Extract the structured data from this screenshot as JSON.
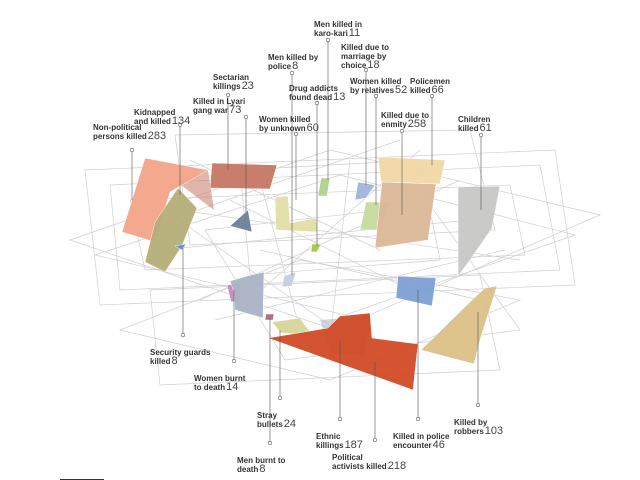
{
  "categories": [
    {
      "id": "non-political",
      "label_lines": [
        "Non-political",
        "persons killed"
      ],
      "count": "283",
      "color": "#f4a58a"
    },
    {
      "id": "kidnapped",
      "label_lines": [
        "Kidnapped",
        "and killed"
      ],
      "count": "134",
      "color": "#b5ae79"
    },
    {
      "id": "lyari",
      "label_lines": [
        "Killed in Lyari",
        "gang war"
      ],
      "count": "73",
      "color": "#6d8097"
    },
    {
      "id": "sectarian",
      "label_lines": [
        "Sectarian",
        "killings"
      ],
      "count": "23",
      "color": "#c77865"
    },
    {
      "id": "men-police",
      "label_lines": [
        "Men killed by",
        "police"
      ],
      "count": "8",
      "color": "#c5cfe0"
    },
    {
      "id": "drug-addicts",
      "label_lines": [
        "Drug addicts",
        "found dead"
      ],
      "count": "13",
      "color": "#a8c850"
    },
    {
      "id": "karo-kari",
      "label_lines": [
        "Men killed in",
        "karo-kari"
      ],
      "count": "11",
      "color": "#b2d28c"
    },
    {
      "id": "marriage",
      "label_lines": [
        "Killed due to",
        "marriage by",
        "choice"
      ],
      "count": "18",
      "color": "#9fb5da"
    },
    {
      "id": "women-relatives",
      "label_lines": [
        "Women killed",
        "by relatives"
      ],
      "count": "52",
      "color": "#c6dca0"
    },
    {
      "id": "policemen",
      "label_lines": [
        "Policemen",
        "killed"
      ],
      "count": "66",
      "color": "#f2d7a6"
    },
    {
      "id": "enmity",
      "label_lines": [
        "Killed due to",
        "enmity"
      ],
      "count": "258",
      "color": "#dcb898"
    },
    {
      "id": "children",
      "label_lines": [
        "Children",
        "killed"
      ],
      "count": "61",
      "color": "#c8c8c6"
    },
    {
      "id": "women-unknown",
      "label_lines": [
        "Women killed",
        "by unknown"
      ],
      "count": "60",
      "color": "#e2dfa8"
    },
    {
      "id": "security-guards",
      "label_lines": [
        "Security guards",
        "killed"
      ],
      "count": "8",
      "color": "#5e8fcb"
    },
    {
      "id": "women-burnt",
      "label_lines": [
        "Women burnt",
        "to death"
      ],
      "count": "14",
      "color": "#c88ac0"
    },
    {
      "id": "stray-bullets",
      "label_lines": [
        "Stray",
        "bullets"
      ],
      "count": "24",
      "color": "#d6d59a"
    },
    {
      "id": "men-burnt",
      "label_lines": [
        "Men burnt to",
        "death"
      ],
      "count": "8",
      "color": "#b46880"
    },
    {
      "id": "ethnic",
      "label_lines": [
        "Ethnic",
        "killings"
      ],
      "count": "187",
      "color": "#a9b4c6"
    },
    {
      "id": "political",
      "label_lines": [
        "Political",
        "activists killed"
      ],
      "count": "218",
      "color": "#d24a26"
    },
    {
      "id": "police-encounter",
      "label_lines": [
        "Killed in police",
        "encounter"
      ],
      "count": "46",
      "color": "#7ea1d3"
    },
    {
      "id": "robbers",
      "label_lines": [
        "Killed by",
        "robbers"
      ],
      "count": "103",
      "color": "#dcc088"
    }
  ]
}
